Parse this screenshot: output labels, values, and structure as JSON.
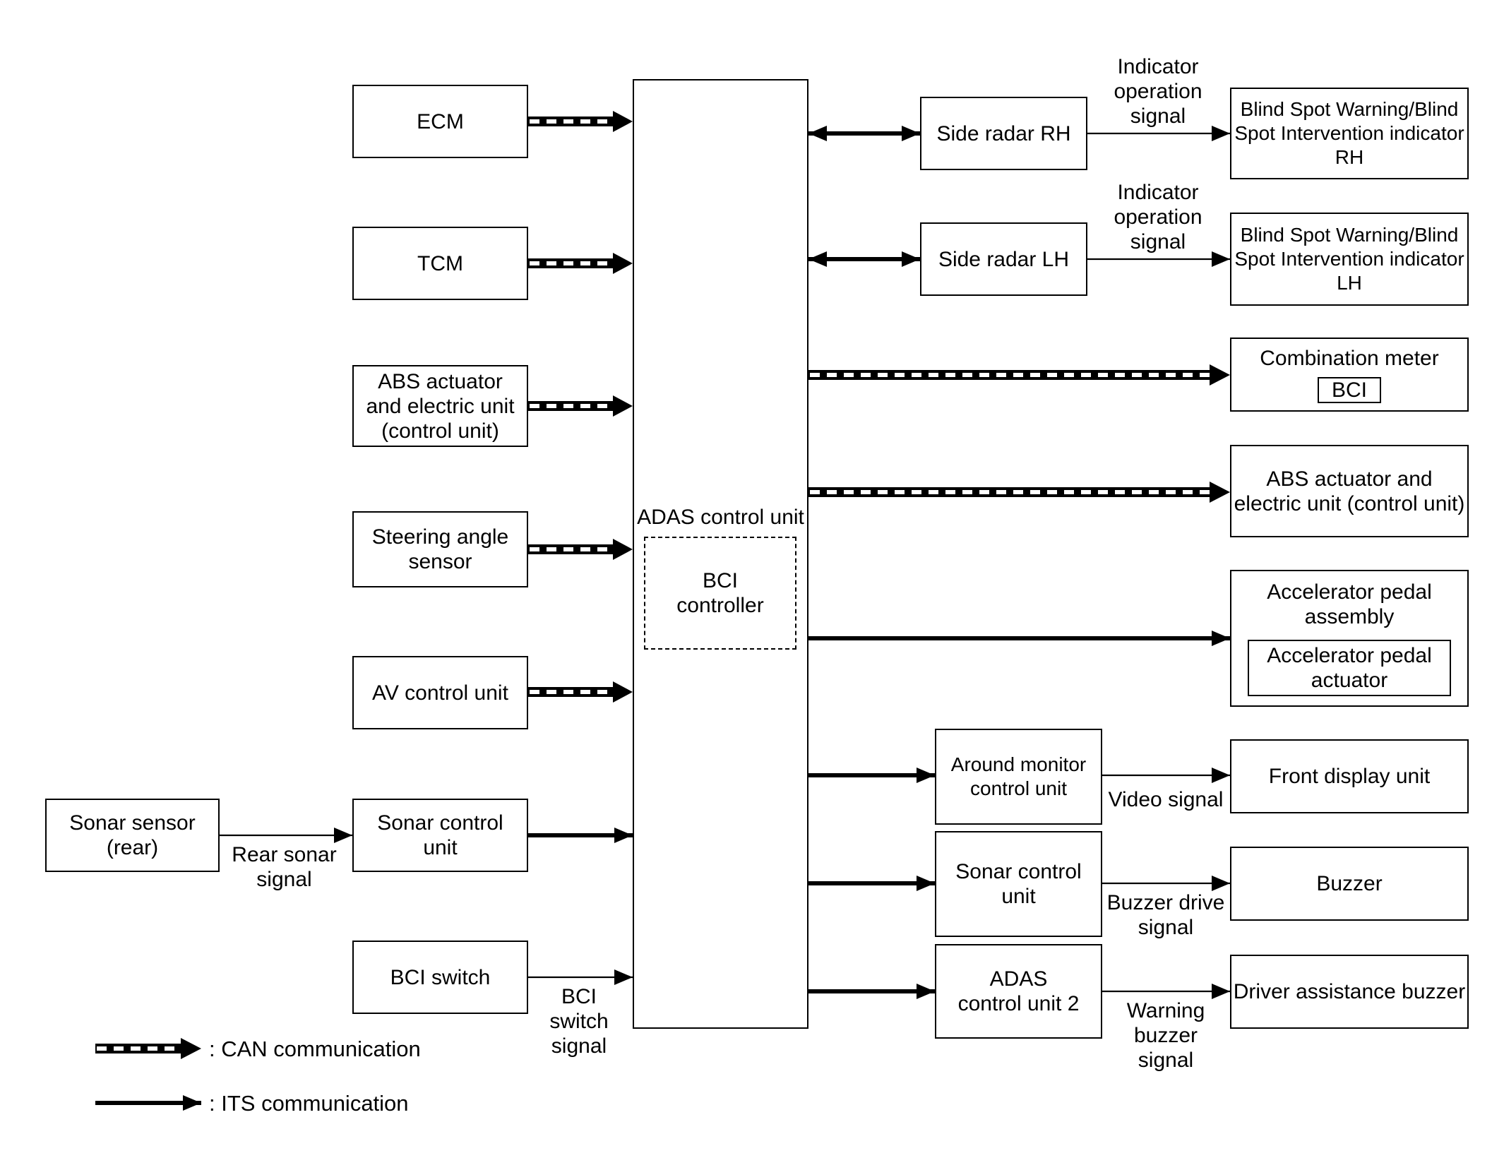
{
  "diagram": {
    "central_unit": {
      "label": "ADAS control unit",
      "sub_label": "BCI\ncontroller"
    },
    "left_inputs": {
      "ecm": "ECM",
      "tcm": "TCM",
      "abs": "ABS actuator\nand electric unit\n(control unit)",
      "steering": "Steering angle\nsensor",
      "av": "AV control unit",
      "sonar_ctrl": "Sonar control\nunit",
      "sonar_sensor": "Sonar sensor\n(rear)",
      "rear_sonar_signal": "Rear sonar\nsignal",
      "bci_switch": "BCI switch",
      "bci_switch_signal": "BCI\nswitch\nsignal"
    },
    "right_outputs": {
      "side_radar_rh": "Side radar RH",
      "side_radar_lh": "Side radar LH",
      "indicator_signal": "Indicator\noperation\nsignal",
      "bsw_rh": "Blind Spot Warning/Blind\nSpot Intervention indicator\nRH",
      "bsw_lh": "Blind Spot Warning/Blind\nSpot Intervention indicator\nLH",
      "combination_meter": "Combination meter",
      "combination_meter_bci": "BCI",
      "abs_out": "ABS actuator and\nelectric unit (control unit)",
      "accel_assembly": "Accelerator pedal\nassembly",
      "accel_actuator": "Accelerator pedal\nactuator",
      "around_monitor": "Around monitor\ncontrol unit",
      "video_signal": "Video signal",
      "front_display": "Front display unit",
      "sonar_ctrl_out": "Sonar control\nunit",
      "buzzer_drive_signal": "Buzzer drive\nsignal",
      "buzzer": "Buzzer",
      "adas2": "ADAS\ncontrol unit 2",
      "warning_signal": "Warning\nbuzzer\nsignal",
      "driver_buzzer": "Driver assistance buzzer"
    },
    "legend": {
      "can": ": CAN communication",
      "its": ": ITS communication"
    }
  }
}
